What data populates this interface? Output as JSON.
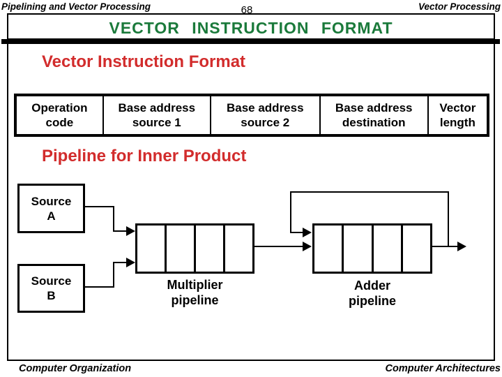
{
  "page": {
    "header": {
      "left_title": "Pipelining and Vector Processing",
      "page_number": "68",
      "right_title": "Vector Processing"
    },
    "title": "VECTOR  INSTRUCTION  FORMAT",
    "footer": {
      "left": "Computer Organization",
      "right": "Computer Architectures"
    }
  },
  "sections": [
    {
      "heading": "Vector Instruction Format"
    },
    {
      "heading": "Pipeline for Inner Product"
    }
  ],
  "instruction_format": {
    "fields": [
      "Operation code",
      "Base address source 1",
      "Base address source 2",
      "Base address destination",
      "Vector length"
    ]
  },
  "pipeline_diagram": {
    "source_a": {
      "line1": "Source",
      "line2": "A"
    },
    "source_b": {
      "line1": "Source",
      "line2": "B"
    },
    "multiplier_label": {
      "line1": "Multiplier",
      "line2": "pipeline"
    },
    "adder_label": {
      "line1": "Adder",
      "line2": "pipeline"
    },
    "multiplier_segments": 4,
    "adder_segments": 4
  },
  "colors": {
    "title_green": "#1b7a3b",
    "heading_red": "#d22c2c",
    "line_black": "#000000",
    "background": "#ffffff"
  }
}
